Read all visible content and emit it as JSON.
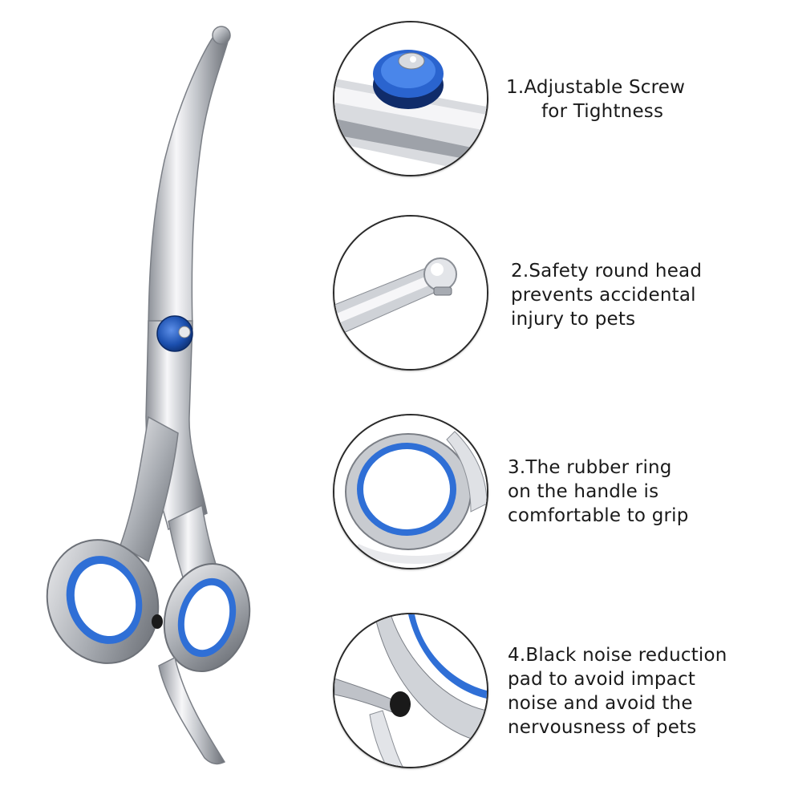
{
  "features": [
    {
      "lines": [
        "1.Adjustable Screw",
        "for Tightness"
      ]
    },
    {
      "lines": [
        "2.Safety round head",
        "prevents accidental",
        "injury to pets"
      ]
    },
    {
      "lines": [
        "3.The rubber ring",
        "on the handle is",
        "comfortable to grip"
      ]
    },
    {
      "lines": [
        "4.Black noise reduction",
        "pad to avoid impact",
        "noise and avoid the",
        "nervousness of pets"
      ]
    }
  ],
  "colors": {
    "steel_light": "#f4f4f6",
    "steel_mid": "#b9bcc2",
    "steel_dark": "#6f737a",
    "ring_blue": "#2f6fd6",
    "screw_blue": "#1b4fae",
    "pad_black": "#1a1a1a"
  },
  "icons": [
    "scissors-illustration",
    "screw-closeup",
    "round-tip-closeup",
    "rubber-ring-closeup",
    "noise-pad-closeup"
  ]
}
